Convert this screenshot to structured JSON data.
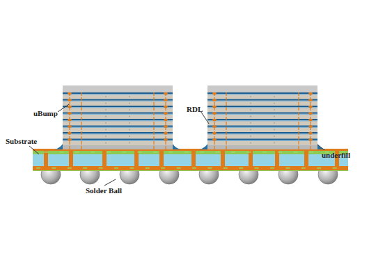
{
  "diagram": {
    "labels": [
      "uBump",
      "RDL",
      "Substrate",
      "underfill",
      "Solder Ball"
    ]
  }
}
